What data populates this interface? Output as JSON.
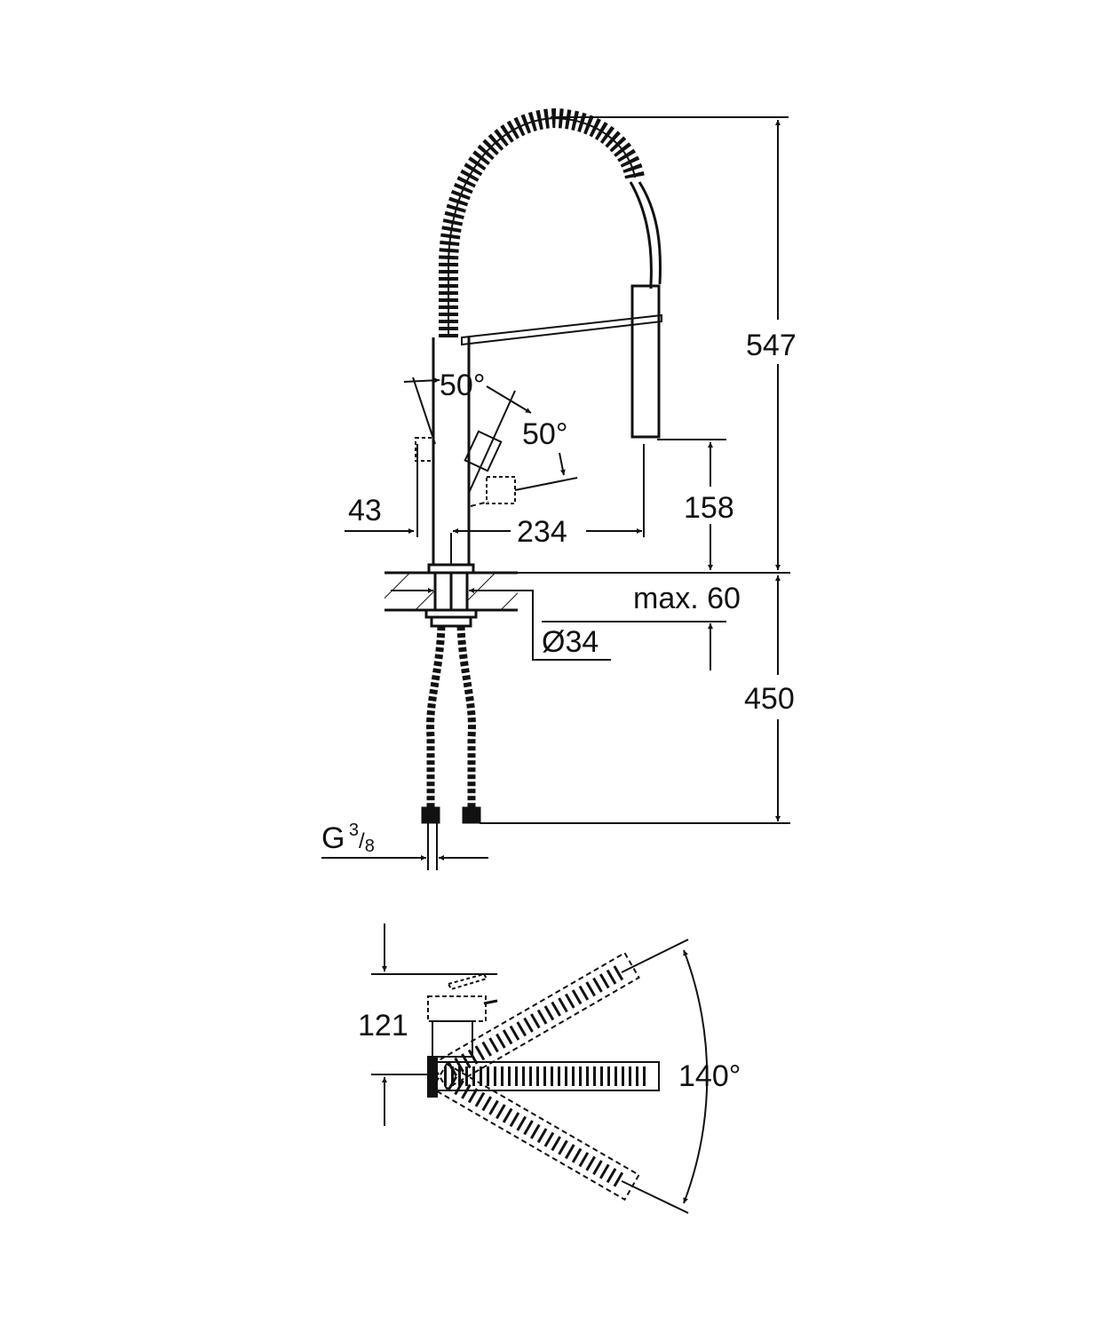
{
  "drawing": {
    "title": "Kitchen faucet dimension drawing",
    "side_view": {
      "dimensions": {
        "total_height": "547",
        "spout_clearance": "158",
        "spout_reach": "234",
        "lever_offset": "43",
        "lever_angle_front": "50°",
        "lever_angle_side": "50°",
        "deck_thickness": "max. 60",
        "hole_diameter": "Ø34",
        "hose_length": "450",
        "connection_thread_prefix": "G",
        "connection_thread_num": "3",
        "connection_thread_den": "8"
      }
    },
    "top_view": {
      "dimensions": {
        "lever_depth": "121",
        "swivel_range": "140°"
      }
    },
    "colors": {
      "line": "#111111",
      "background": "#ffffff"
    }
  }
}
